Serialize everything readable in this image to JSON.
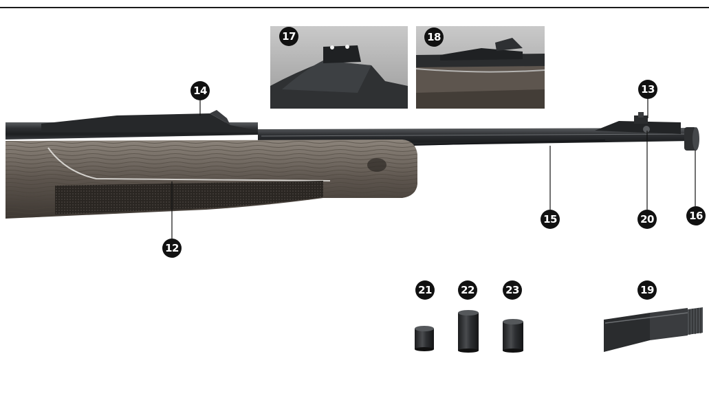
{
  "callouts": {
    "c12": "12",
    "c13": "13",
    "c14": "14",
    "c15": "15",
    "c16": "16",
    "c17": "17",
    "c18": "18",
    "c19": "19",
    "c20": "20",
    "c21": "21",
    "c22": "22",
    "c23": "23"
  },
  "colors": {
    "callout_fill": "#111111",
    "callout_text": "#ffffff",
    "barrel": "#2b2d2f",
    "wood": "#6b625a",
    "background": "#ffffff"
  }
}
